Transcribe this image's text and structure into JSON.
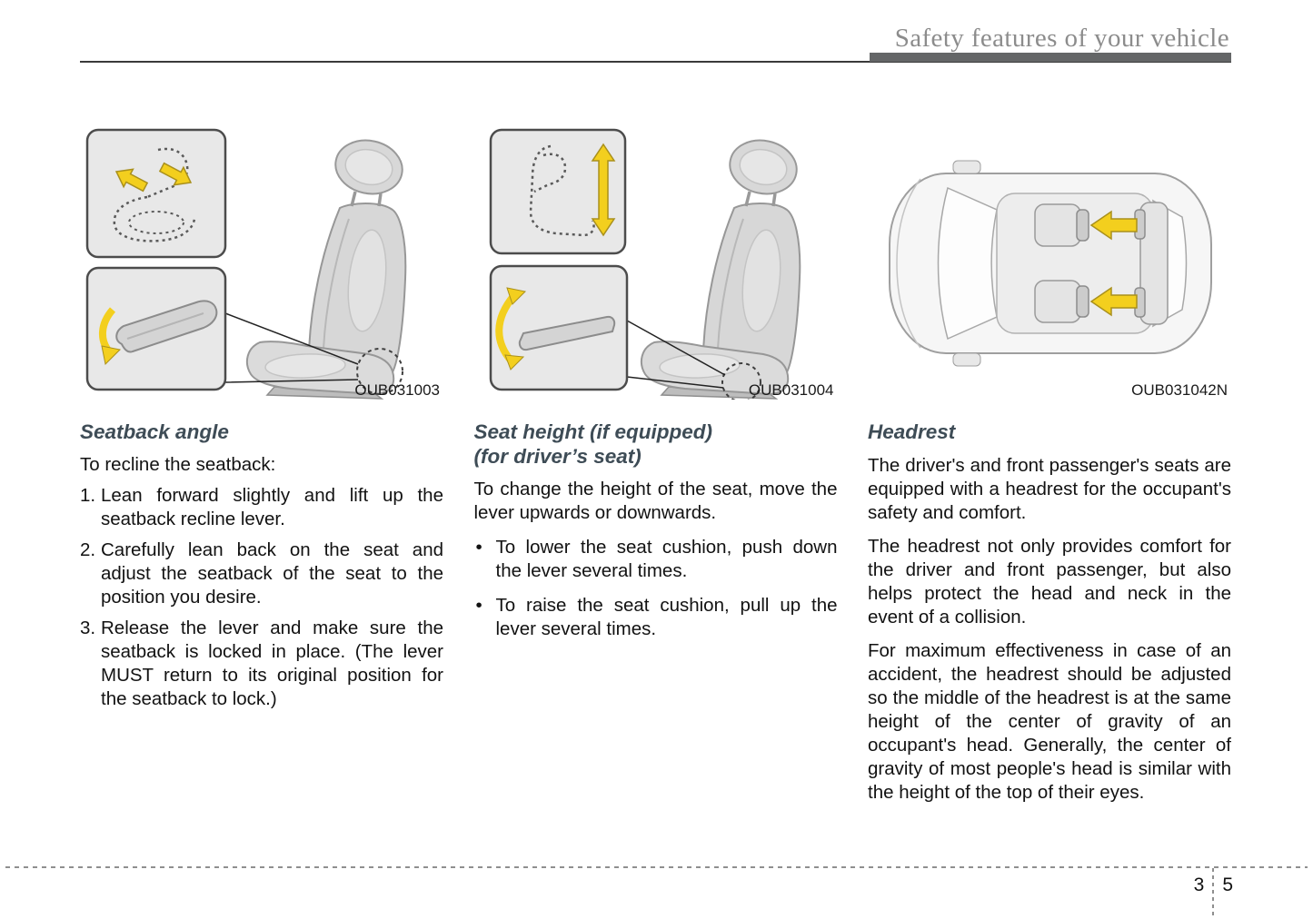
{
  "header": {
    "title": "Safety features of your vehicle"
  },
  "figures": [
    {
      "code": "OUB031003"
    },
    {
      "code": "OUB031004"
    },
    {
      "code": "OUB031042N"
    }
  ],
  "seatback_angle": {
    "heading": "Seatback angle",
    "intro": "To recline the seatback:",
    "items": [
      {
        "num": "1.",
        "text": "Lean forward slightly and lift up the seatback recline lever."
      },
      {
        "num": "2.",
        "text": "Carefully lean back on the seat and adjust the seatback of the seat to the position you desire."
      },
      {
        "num": "3.",
        "text": "Release the lever and make sure the seatback is locked in place. (The lever MUST return to its original position for the seatback to lock.)"
      }
    ]
  },
  "seat_height": {
    "heading_line1": "Seat height (if equipped)",
    "heading_line2": "(for driver’s seat)",
    "intro": "To change the height of the seat, move the lever upwards or downwards.",
    "bullets": [
      {
        "marker": "•",
        "text": "To lower the seat cushion, push down the lever several times."
      },
      {
        "marker": "•",
        "text": "To raise the seat cushion, pull up the lever several times."
      }
    ]
  },
  "headrest": {
    "heading": "Headrest",
    "paragraphs": [
      "The driver's and front passenger's seats are equipped with a headrest for the occupant's safety and comfort.",
      "The headrest not only provides comfort for the driver and front passenger, but also helps protect the head and neck in the event of a collision.",
      "For maximum effectiveness in case of an accident, the headrest should be adjusted so the middle of the headrest is at the same height of the center of gravity of an occupant's head. Generally, the center of gravity of most people's head is similar with the height of the top of their eyes."
    ]
  },
  "footer": {
    "chapter": "3",
    "page": "5"
  },
  "colors": {
    "heading": "#3e4c56",
    "header_text": "#8c8c8c",
    "header_bar": "#646667",
    "arrow_yellow": "#f3cf1e"
  }
}
